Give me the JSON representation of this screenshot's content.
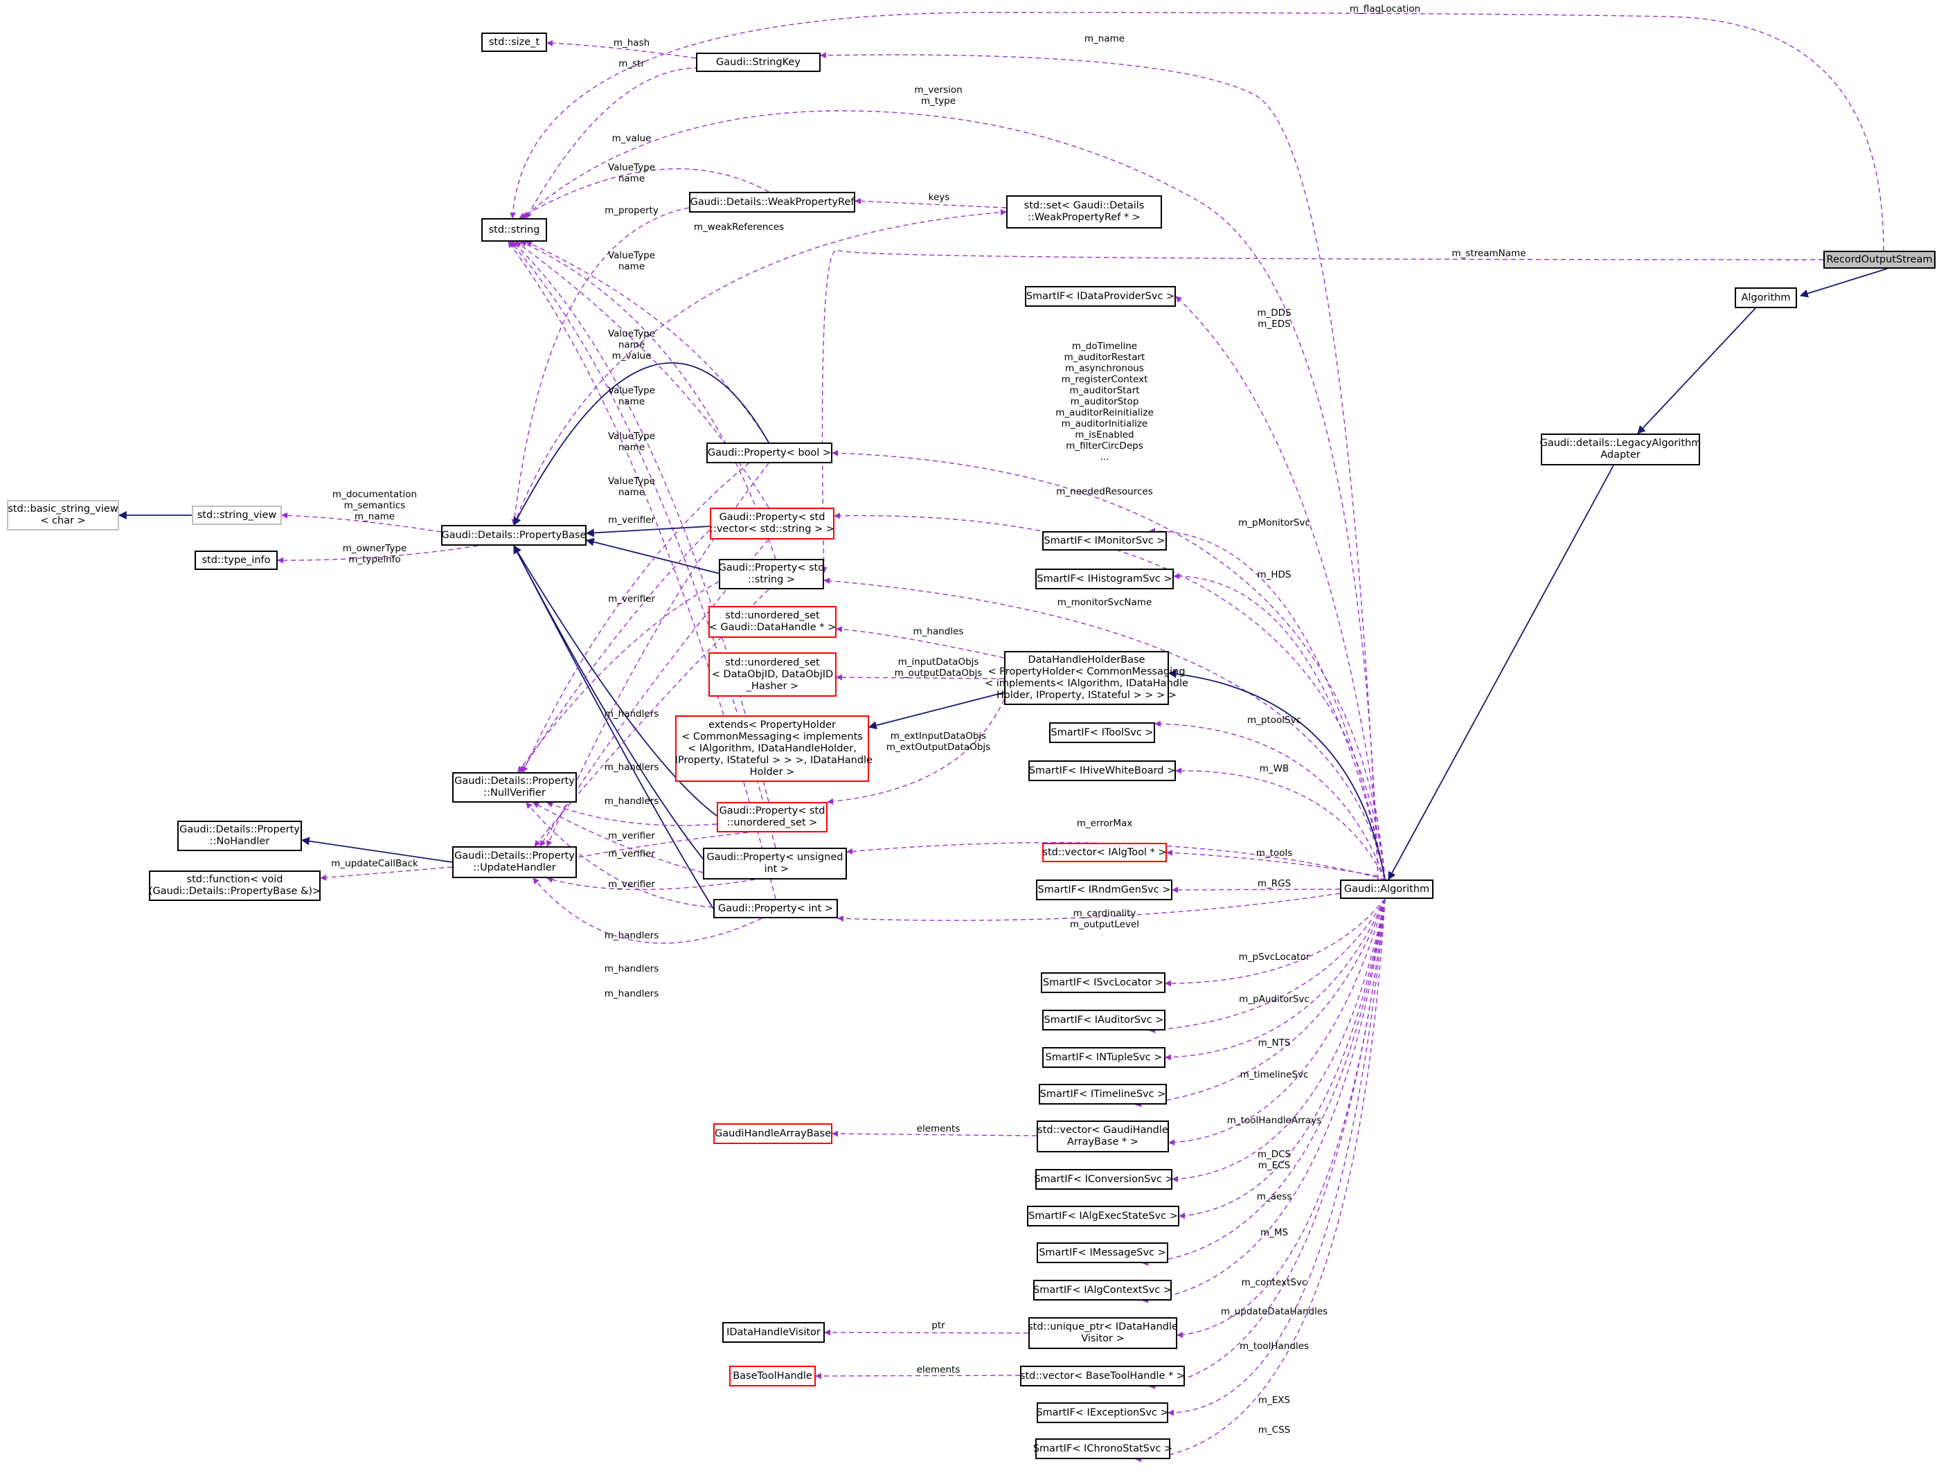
{
  "colors": {
    "inheritance": "#191970",
    "usage": "#9a32cd",
    "node_border": "#000000",
    "incomplete_border": "#ff0000",
    "external_border": "#bfbfbf",
    "focus_fill": "#bfbfbf"
  },
  "nodes": [
    {
      "id": "stdsize",
      "label": "std::size_t",
      "style": "normal",
      "link": true
    },
    {
      "id": "stringkey",
      "label": "Gaudi::StringKey",
      "style": "normal",
      "link": true
    },
    {
      "id": "stdstring",
      "label": "std::string",
      "style": "normal",
      "link": true
    },
    {
      "id": "weakref",
      "label": "Gaudi::Details::WeakPropertyRef",
      "style": "normal",
      "link": true
    },
    {
      "id": "setweak",
      "label": "std::set< Gaudi::Details\n::WeakPropertyRef * >",
      "style": "normal",
      "link": true
    },
    {
      "id": "recout",
      "label": "RecordOutputStream",
      "style": "focus",
      "link": false
    },
    {
      "id": "algorithm",
      "label": "Algorithm",
      "style": "normal",
      "link": true
    },
    {
      "id": "legacy",
      "label": "Gaudi::details::LegacyAlgorithm\nAdapter",
      "style": "normal",
      "link": true
    },
    {
      "id": "sidp",
      "label": "SmartIF< IDataProviderSvc >",
      "style": "normal",
      "link": true
    },
    {
      "id": "basicsv",
      "label": "std::basic_string_view\n< char >",
      "style": "external",
      "link": false
    },
    {
      "id": "sv",
      "label": "std::string_view",
      "style": "external",
      "link": false
    },
    {
      "id": "typeinfo",
      "label": "std::type_info",
      "style": "normal",
      "link": true
    },
    {
      "id": "propbase",
      "label": "Gaudi::Details::PropertyBase",
      "style": "normal",
      "link": true
    },
    {
      "id": "pbool",
      "label": "Gaudi::Property< bool >",
      "style": "normal",
      "link": true
    },
    {
      "id": "pvec",
      "label": "Gaudi::Property< std\n::vector< std::string > >",
      "style": "incomplete",
      "link": true
    },
    {
      "id": "pstr",
      "label": "Gaudi::Property< std\n::string >",
      "style": "normal",
      "link": true
    },
    {
      "id": "simon",
      "label": "SmartIF< IMonitorSvc >",
      "style": "normal",
      "link": true
    },
    {
      "id": "sihist",
      "label": "SmartIF< IHistogramSvc >",
      "style": "normal",
      "link": true
    },
    {
      "id": "uset",
      "label": "std::unordered_set\n< Gaudi::DataHandle * >",
      "style": "incomplete",
      "link": true
    },
    {
      "id": "usetid",
      "label": "std::unordered_set\n< DataObjID, DataObjID\n_Hasher >",
      "style": "incomplete",
      "link": true
    },
    {
      "id": "dhhb",
      "label": "DataHandleHolderBase\n< PropertyHolder< CommonMessaging\n< implements< IAlgorithm, IDataHandle\nHolder, IProperty, IStateful > > > >",
      "style": "normal",
      "link": true
    },
    {
      "id": "extends",
      "label": "extends< PropertyHolder\n< CommonMessaging< implements\n< IAlgorithm, IDataHandleHolder,\n IProperty, IStateful > > >, IDataHandle\nHolder >",
      "style": "incomplete",
      "link": true
    },
    {
      "id": "sitool",
      "label": "SmartIF< IToolSvc >",
      "style": "normal",
      "link": true
    },
    {
      "id": "sihive",
      "label": "SmartIF< IHiveWhiteBoard >",
      "style": "normal",
      "link": true
    },
    {
      "id": "nullver",
      "label": "Gaudi::Details::Property\n::NullVerifier",
      "style": "normal",
      "link": true
    },
    {
      "id": "puset",
      "label": "Gaudi::Property< std\n::unordered_set >",
      "style": "incomplete",
      "link": true
    },
    {
      "id": "nohandler",
      "label": "Gaudi::Details::Property\n::NoHandler",
      "style": "normal",
      "link": true
    },
    {
      "id": "updhandler",
      "label": "Gaudi::Details::Property\n::UpdateHandler",
      "style": "normal",
      "link": true
    },
    {
      "id": "stdfunc",
      "label": "std::function< void\n(Gaudi::Details::PropertyBase &)>",
      "style": "normal",
      "link": true
    },
    {
      "id": "puint",
      "label": "Gaudi::Property< unsigned\n int >",
      "style": "normal",
      "link": true
    },
    {
      "id": "vecalgtool",
      "label": "std::vector< IAlgTool * >",
      "style": "incomplete",
      "link": true
    },
    {
      "id": "rndm",
      "label": "SmartIF< IRndmGenSvc >",
      "style": "normal",
      "link": true
    },
    {
      "id": "galg",
      "label": "Gaudi::Algorithm",
      "style": "normal",
      "link": true
    },
    {
      "id": "pint",
      "label": "Gaudi::Property< int >",
      "style": "normal",
      "link": true
    },
    {
      "id": "sisvcloc",
      "label": "SmartIF< ISvcLocator >",
      "style": "normal",
      "link": true
    },
    {
      "id": "siaudit",
      "label": "SmartIF< IAuditorSvc >",
      "style": "normal",
      "link": true
    },
    {
      "id": "sintuple",
      "label": "SmartIF< INTupleSvc >",
      "style": "normal",
      "link": true
    },
    {
      "id": "sitimeline",
      "label": "SmartIF< ITimelineSvc >",
      "style": "normal",
      "link": true
    },
    {
      "id": "ghab",
      "label": "GaudiHandleArrayBase",
      "style": "incomplete",
      "link": true
    },
    {
      "id": "vecghab",
      "label": "std::vector< GaudiHandle\nArrayBase * >",
      "style": "normal",
      "link": true
    },
    {
      "id": "siconv",
      "label": "SmartIF< IConversionSvc >",
      "style": "normal",
      "link": true
    },
    {
      "id": "siexecstate",
      "label": "SmartIF< IAlgExecStateSvc >",
      "style": "normal",
      "link": true
    },
    {
      "id": "simsg",
      "label": "SmartIF< IMessageSvc >",
      "style": "normal",
      "link": true
    },
    {
      "id": "sictx",
      "label": "SmartIF< IAlgContextSvc >",
      "style": "normal",
      "link": true
    },
    {
      "id": "dhvisitor",
      "label": "IDataHandleVisitor",
      "style": "normal",
      "link": true
    },
    {
      "id": "uptr",
      "label": "std::unique_ptr< IDataHandle\nVisitor >",
      "style": "normal",
      "link": true
    },
    {
      "id": "bth",
      "label": "BaseToolHandle",
      "style": "incomplete",
      "link": true
    },
    {
      "id": "vecbth",
      "label": "std::vector< BaseToolHandle * >",
      "style": "normal",
      "link": true
    },
    {
      "id": "siexc",
      "label": "SmartIF< IExceptionSvc >",
      "style": "normal",
      "link": true
    },
    {
      "id": "sichrono",
      "label": "SmartIF< IChronoStatSvc >",
      "style": "normal",
      "link": true
    }
  ],
  "edges": [
    {
      "from": "recout",
      "to": "stdstring",
      "kind": "usage",
      "label": "m_flagLocation"
    },
    {
      "from": "recout",
      "to": "pstr",
      "kind": "usage",
      "label": "m_streamName"
    },
    {
      "from": "recout",
      "to": "algorithm",
      "kind": "inheritance",
      "label": ""
    },
    {
      "from": "algorithm",
      "to": "legacy",
      "kind": "inheritance",
      "label": ""
    },
    {
      "from": "legacy",
      "to": "galg",
      "kind": "inheritance",
      "label": ""
    },
    {
      "from": "stringkey",
      "to": "stdsize",
      "kind": "usage",
      "label": "m_hash"
    },
    {
      "from": "stringkey",
      "to": "stdstring",
      "kind": "usage",
      "label": "m_str"
    },
    {
      "from": "galg",
      "to": "stringkey",
      "kind": "usage",
      "label": "m_name"
    },
    {
      "from": "galg",
      "to": "stdstring",
      "kind": "usage",
      "label": "m_version\nm_type"
    },
    {
      "from": "weakref",
      "to": "stdstring",
      "kind": "usage",
      "label": "m_value"
    },
    {
      "from": "weakref",
      "to": "propbase",
      "kind": "usage",
      "label": "m_property"
    },
    {
      "from": "setweak",
      "to": "weakref",
      "kind": "usage",
      "label": "keys"
    },
    {
      "from": "propbase",
      "to": "setweak",
      "kind": "usage",
      "label": "m_weakReferences"
    },
    {
      "from": "pbool",
      "to": "stdstring",
      "kind": "usage",
      "label": "ValueType\nname"
    },
    {
      "from": "pstr",
      "to": "stdstring",
      "kind": "usage",
      "label": "ValueType\nname"
    },
    {
      "from": "pvec",
      "to": "stdstring",
      "kind": "usage",
      "label": "ValueType\nname\nm_value"
    },
    {
      "from": "puset",
      "to": "stdstring",
      "kind": "usage",
      "label": "ValueType\nname"
    },
    {
      "from": "puint",
      "to": "stdstring",
      "kind": "usage",
      "label": "ValueType\nname"
    },
    {
      "from": "pint",
      "to": "stdstring",
      "kind": "usage",
      "label": "ValueType\nname"
    },
    {
      "from": "galg",
      "to": "sidp",
      "kind": "usage",
      "label": "m_DDS\nm_EDS"
    },
    {
      "from": "galg",
      "to": "pbool",
      "kind": "usage",
      "label": "m_doTimeline\nm_auditorRestart\nm_asynchronous\nm_registerContext\nm_auditorStart\nm_auditorStop\nm_auditorReinitialize\nm_auditorInitialize\nm_isEnabled\nm_filterCircDeps\n..."
    },
    {
      "from": "galg",
      "to": "pvec",
      "kind": "usage",
      "label": "m_neededResources"
    },
    {
      "from": "sv",
      "to": "basicsv",
      "kind": "inheritance",
      "label": ""
    },
    {
      "from": "propbase",
      "to": "sv",
      "kind": "usage",
      "label": "m_documentation\nm_semantics\nm_name"
    },
    {
      "from": "propbase",
      "to": "typeinfo",
      "kind": "usage",
      "label": "m_ownerType\nm_typeinfo"
    },
    {
      "from": "pbool",
      "to": "propbase",
      "kind": "inheritance",
      "label": ""
    },
    {
      "from": "pvec",
      "to": "propbase",
      "kind": "inheritance",
      "label": ""
    },
    {
      "from": "pstr",
      "to": "propbase",
      "kind": "inheritance",
      "label": ""
    },
    {
      "from": "puset",
      "to": "propbase",
      "kind": "inheritance",
      "label": ""
    },
    {
      "from": "puint",
      "to": "propbase",
      "kind": "inheritance",
      "label": ""
    },
    {
      "from": "pint",
      "to": "propbase",
      "kind": "inheritance",
      "label": ""
    },
    {
      "from": "galg",
      "to": "simon",
      "kind": "usage",
      "label": "m_pMonitorSvc"
    },
    {
      "from": "galg",
      "to": "sihist",
      "kind": "usage",
      "label": "m_HDS"
    },
    {
      "from": "galg",
      "to": "pstr",
      "kind": "usage",
      "label": "m_monitorSvcName"
    },
    {
      "from": "dhhb",
      "to": "uset",
      "kind": "usage",
      "label": "m_handles"
    },
    {
      "from": "dhhb",
      "to": "usetid",
      "kind": "usage",
      "label": "m_inputDataObjs\nm_outputDataObjs"
    },
    {
      "from": "dhhb",
      "to": "extends",
      "kind": "inheritance",
      "label": ""
    },
    {
      "from": "dhhb",
      "to": "puset",
      "kind": "usage",
      "label": "m_extInputDataObjs\nm_extOutputDataObjs"
    },
    {
      "from": "galg",
      "to": "dhhb",
      "kind": "inheritance",
      "label": ""
    },
    {
      "from": "galg",
      "to": "sitool",
      "kind": "usage",
      "label": "m_ptoolSvc"
    },
    {
      "from": "galg",
      "to": "sihive",
      "kind": "usage",
      "label": "m_WB"
    },
    {
      "from": "pbool",
      "to": "nullver",
      "kind": "usage",
      "label": "m_verifier"
    },
    {
      "from": "pvec",
      "to": "nullver",
      "kind": "usage",
      "label": "m_verifier"
    },
    {
      "from": "pstr",
      "to": "nullver",
      "kind": "usage",
      "label": "m_verifier"
    },
    {
      "from": "puset",
      "to": "nullver",
      "kind": "usage",
      "label": "m_verifier"
    },
    {
      "from": "puint",
      "to": "nullver",
      "kind": "usage",
      "label": "m_verifier"
    },
    {
      "from": "pint",
      "to": "nullver",
      "kind": "usage",
      "label": "m_verifier"
    },
    {
      "from": "pbool",
      "to": "updhandler",
      "kind": "usage",
      "label": "m_handlers"
    },
    {
      "from": "pvec",
      "to": "updhandler",
      "kind": "usage",
      "label": "m_handlers"
    },
    {
      "from": "pstr",
      "to": "updhandler",
      "kind": "usage",
      "label": "m_handlers"
    },
    {
      "from": "puset",
      "to": "updhandler",
      "kind": "usage",
      "label": "m_handlers"
    },
    {
      "from": "puint",
      "to": "updhandler",
      "kind": "usage",
      "label": "m_handlers"
    },
    {
      "from": "pint",
      "to": "updhandler",
      "kind": "usage",
      "label": "m_handlers"
    },
    {
      "from": "updhandler",
      "to": "nohandler",
      "kind": "inheritance",
      "label": ""
    },
    {
      "from": "updhandler",
      "to": "stdfunc",
      "kind": "usage",
      "label": "m_updateCallBack"
    },
    {
      "from": "galg",
      "to": "puint",
      "kind": "usage",
      "label": "m_errorMax"
    },
    {
      "from": "galg",
      "to": "vecalgtool",
      "kind": "usage",
      "label": "m_tools"
    },
    {
      "from": "galg",
      "to": "rndm",
      "kind": "usage",
      "label": "m_RGS"
    },
    {
      "from": "galg",
      "to": "pint",
      "kind": "usage",
      "label": "m_cardinality\nm_outputLevel"
    },
    {
      "from": "galg",
      "to": "sisvcloc",
      "kind": "usage",
      "label": "m_pSvcLocator"
    },
    {
      "from": "galg",
      "to": "siaudit",
      "kind": "usage",
      "label": "m_pAuditorSvc"
    },
    {
      "from": "galg",
      "to": "sintuple",
      "kind": "usage",
      "label": "m_NTS"
    },
    {
      "from": "galg",
      "to": "sitimeline",
      "kind": "usage",
      "label": "m_timelineSvc"
    },
    {
      "from": "vecghab",
      "to": "ghab",
      "kind": "usage",
      "label": "elements"
    },
    {
      "from": "galg",
      "to": "vecghab",
      "kind": "usage",
      "label": "m_toolHandleArrays"
    },
    {
      "from": "galg",
      "to": "siconv",
      "kind": "usage",
      "label": "m_DCS\nm_ECS"
    },
    {
      "from": "galg",
      "to": "siexecstate",
      "kind": "usage",
      "label": "m_aess"
    },
    {
      "from": "galg",
      "to": "simsg",
      "kind": "usage",
      "label": "m_MS"
    },
    {
      "from": "galg",
      "to": "sictx",
      "kind": "usage",
      "label": "m_contextSvc"
    },
    {
      "from": "uptr",
      "to": "dhvisitor",
      "kind": "usage",
      "label": "ptr"
    },
    {
      "from": "galg",
      "to": "uptr",
      "kind": "usage",
      "label": "m_updateDataHandles"
    },
    {
      "from": "vecbth",
      "to": "bth",
      "kind": "usage",
      "label": "elements"
    },
    {
      "from": "galg",
      "to": "vecbth",
      "kind": "usage",
      "label": "m_toolHandles"
    },
    {
      "from": "galg",
      "to": "siexc",
      "kind": "usage",
      "label": "m_EXS"
    },
    {
      "from": "galg",
      "to": "sichrono",
      "kind": "usage",
      "label": "m_CSS"
    }
  ]
}
